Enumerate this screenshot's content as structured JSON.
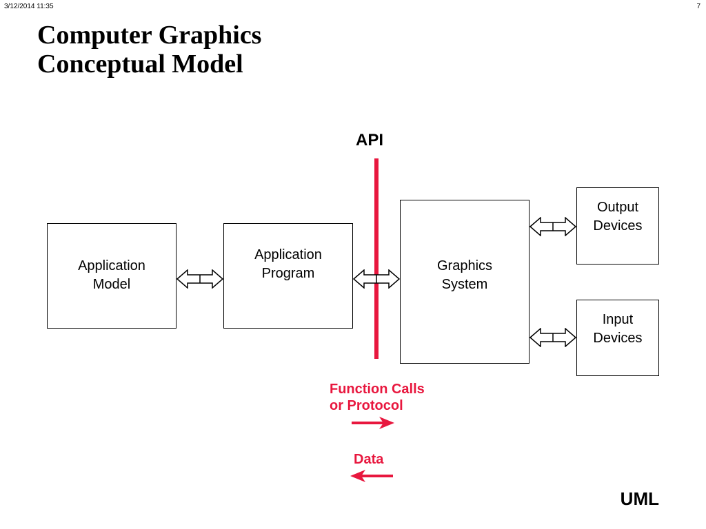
{
  "header": {
    "date": "3/12/2014   11:35",
    "page_number": "7"
  },
  "title": {
    "line1": "Computer Graphics",
    "line2": "Conceptual Model"
  },
  "diagram": {
    "api_label": "API",
    "boxes": {
      "application_model": {
        "line1": "Application",
        "line2": "Model"
      },
      "application_program": {
        "line1": "Application",
        "line2": "Program"
      },
      "graphics_system": {
        "line1": "Graphics",
        "line2": "System"
      },
      "output_devices": {
        "line1": "Output",
        "line2": "Devices"
      },
      "input_devices": {
        "line1": "Input",
        "line2": "Devices"
      }
    },
    "legend": {
      "calls_line1": "Function Calls",
      "calls_line2": "or Protocol",
      "data": "Data"
    },
    "accent_color": "#e8173e"
  },
  "footer": {
    "label": "UML"
  }
}
